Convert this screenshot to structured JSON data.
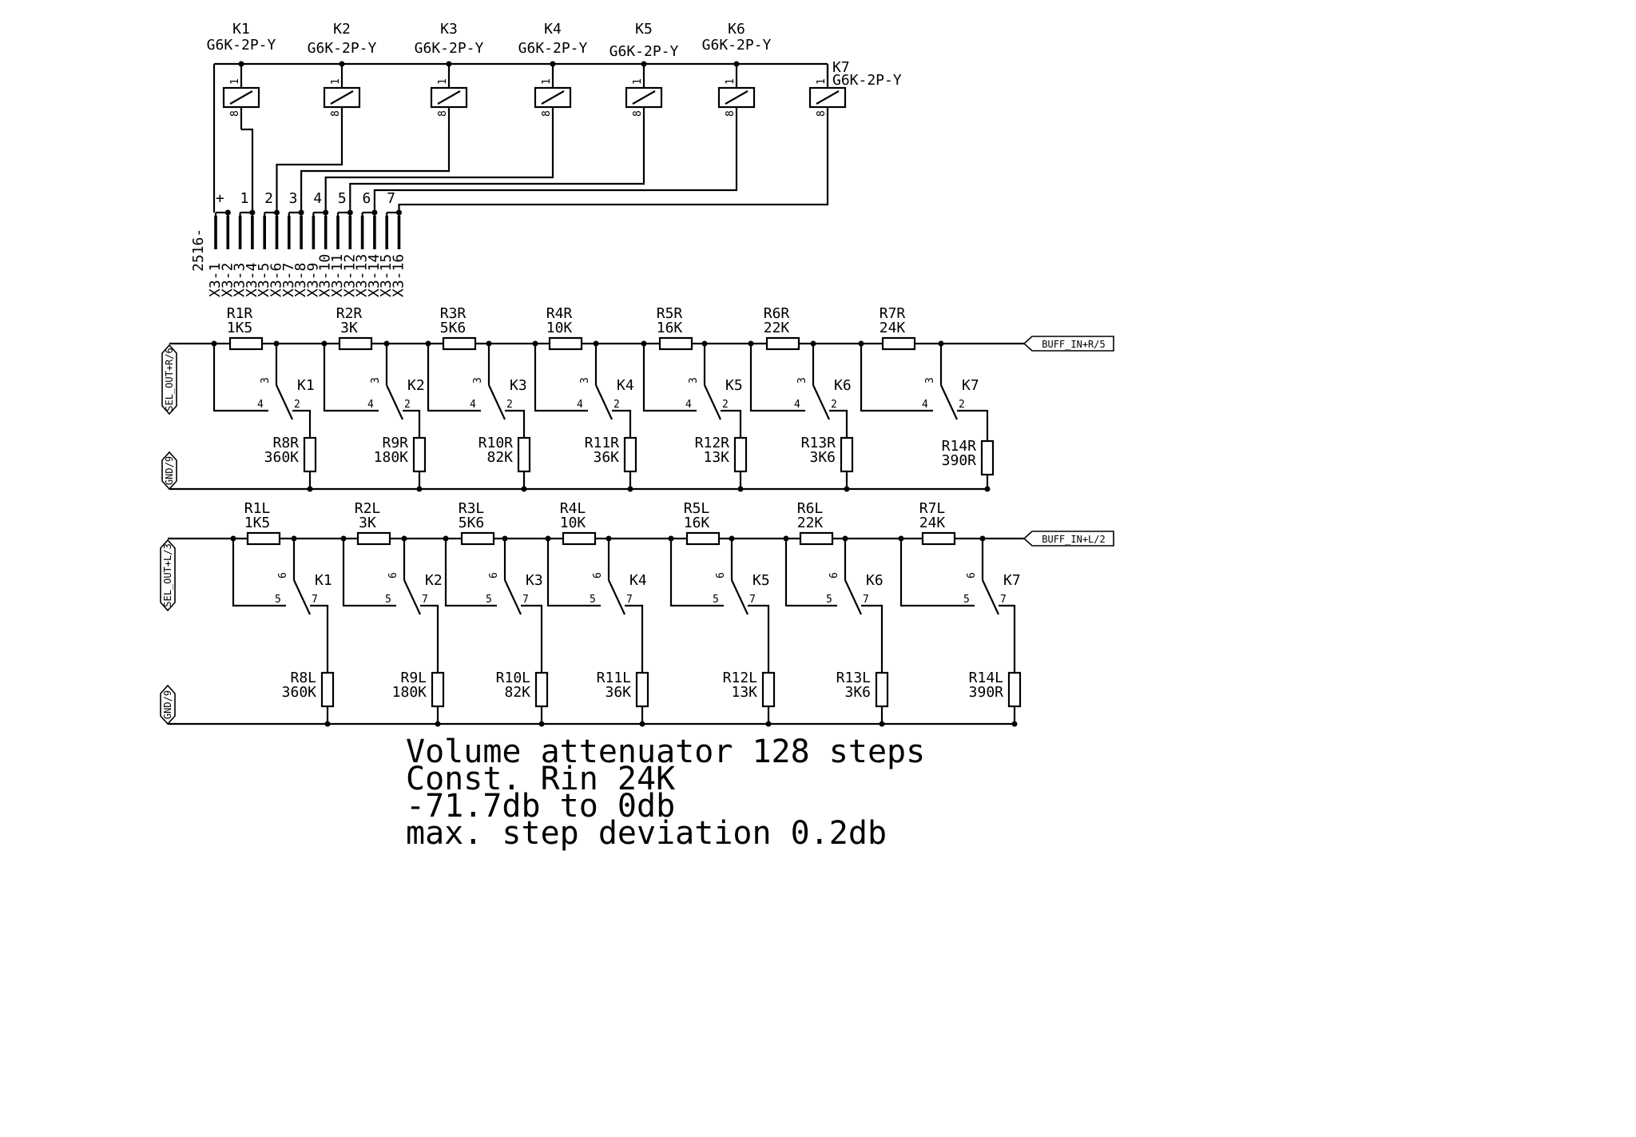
{
  "relays": [
    {
      "name": "K1",
      "part": "G6K-2P-Y"
    },
    {
      "name": "K2",
      "part": "G6K-2P-Y"
    },
    {
      "name": "K3",
      "part": "G6K-2P-Y"
    },
    {
      "name": "K4",
      "part": "G6K-2P-Y"
    },
    {
      "name": "K5",
      "part": "G6K-2P-Y"
    },
    {
      "name": "K6",
      "part": "G6K-2P-Y"
    },
    {
      "name": "K7",
      "part": "G6K-2P-Y"
    }
  ],
  "coil_pins": {
    "top": "1",
    "bottom": "8"
  },
  "connector": {
    "name": "2516-",
    "wire_labels": [
      "+",
      "1",
      "2",
      "3",
      "4",
      "5",
      "6",
      "7"
    ],
    "pins": [
      "X3-1",
      "X3-2",
      "X3-3",
      "X3-4",
      "X3-5",
      "X3-6",
      "X3-7",
      "X3-8",
      "X3-9",
      "X3-10",
      "X3-11",
      "X3-12",
      "X3-13",
      "X3-14",
      "X3-15",
      "X3-16"
    ]
  },
  "right_channel": {
    "input_port": "BUFF_IN+R/5",
    "output_port": "SEL_OUT+R/6",
    "gnd_port": "GND/9",
    "switch_pins": {
      "common": "2",
      "top": "3",
      "left": "4"
    },
    "series": [
      {
        "ref": "R1R",
        "value": "1K5"
      },
      {
        "ref": "R2R",
        "value": "3K"
      },
      {
        "ref": "R3R",
        "value": "5K6"
      },
      {
        "ref": "R4R",
        "value": "10K"
      },
      {
        "ref": "R5R",
        "value": "16K"
      },
      {
        "ref": "R6R",
        "value": "22K"
      },
      {
        "ref": "R7R",
        "value": "24K"
      }
    ],
    "shunt": [
      {
        "ref": "R8R",
        "value": "360K"
      },
      {
        "ref": "R9R",
        "value": "180K"
      },
      {
        "ref": "R10R",
        "value": "82K"
      },
      {
        "ref": "R11R",
        "value": "36K"
      },
      {
        "ref": "R12R",
        "value": "13K"
      },
      {
        "ref": "R13R",
        "value": "3K6"
      },
      {
        "ref": "R14R",
        "value": "390R"
      }
    ]
  },
  "left_channel": {
    "input_port": "BUFF_IN+L/2",
    "output_port": "SEL_OUT+L/3",
    "gnd_port": "GND/9",
    "switch_pins": {
      "common": "7",
      "top": "6",
      "left": "5"
    },
    "series": [
      {
        "ref": "R1L",
        "value": "1K5"
      },
      {
        "ref": "R2L",
        "value": "3K"
      },
      {
        "ref": "R3L",
        "value": "5K6"
      },
      {
        "ref": "R4L",
        "value": "10K"
      },
      {
        "ref": "R5L",
        "value": "16K"
      },
      {
        "ref": "R6L",
        "value": "22K"
      },
      {
        "ref": "R7L",
        "value": "24K"
      }
    ],
    "shunt": [
      {
        "ref": "R8L",
        "value": "360K"
      },
      {
        "ref": "R9L",
        "value": "180K"
      },
      {
        "ref": "R10L",
        "value": "82K"
      },
      {
        "ref": "R11L",
        "value": "36K"
      },
      {
        "ref": "R12L",
        "value": "13K"
      },
      {
        "ref": "R13L",
        "value": "3K6"
      },
      {
        "ref": "R14L",
        "value": "390R"
      }
    ]
  },
  "notes": [
    "Volume attenuator 128 steps",
    "Const. Rin 24K",
    "-71.7db to 0db",
    "max. step deviation 0.2db"
  ]
}
